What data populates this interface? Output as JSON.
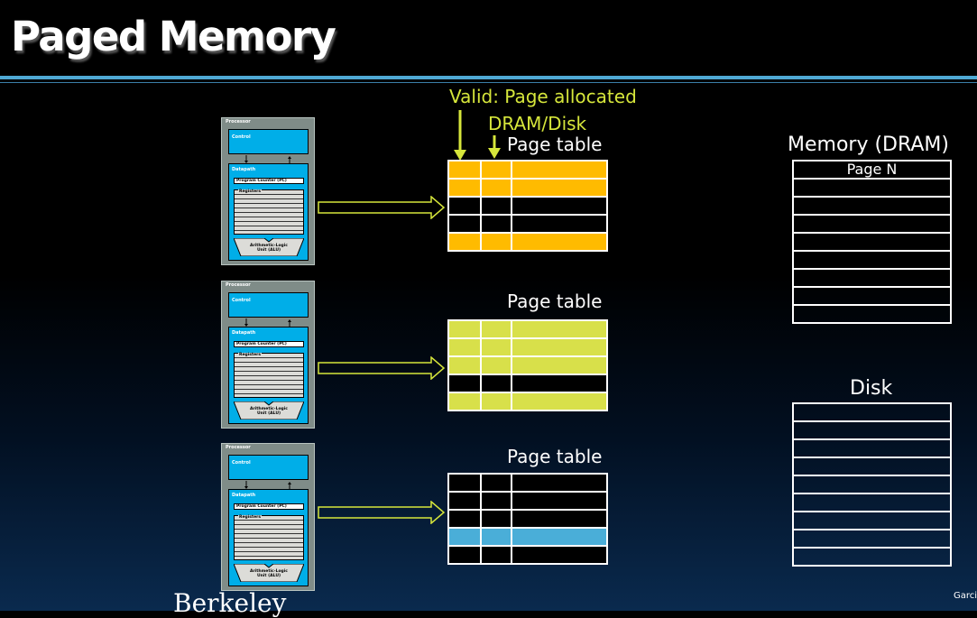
{
  "slide": {
    "title": "Paged Memory",
    "footer_left": "Berkeley",
    "footer_right": "Garcia"
  },
  "annotations": {
    "valid": "Valid: Page allocated",
    "location": "DRAM/Disk"
  },
  "processor": {
    "label": "Processor",
    "control": "Control",
    "datapath": "Datapath",
    "pc": "Program Counter (PC)",
    "registers": "Registers",
    "alu_line1": "Arithmetic-Logic",
    "alu_line2": "Unit (ALU)"
  },
  "page_tables": [
    {
      "label": "Page table",
      "color": "#ffbb00",
      "row_fills": [
        "#ffbb00",
        "#ffbb00",
        "#000000",
        "#000000",
        "#ffbb00"
      ]
    },
    {
      "label": "Page table",
      "color": "#d8e04a",
      "row_fills": [
        "#d8e04a",
        "#d8e04a",
        "#d8e04a",
        "#000000",
        "#d8e04a"
      ]
    },
    {
      "label": "Page table",
      "color": "#4aaed8",
      "row_fills": [
        "#000000",
        "#000000",
        "#000000",
        "#4aaed8",
        "#000000"
      ]
    }
  ],
  "memory": {
    "label": "Memory (DRAM)",
    "first_row": "Page N",
    "rows": 9
  },
  "disk": {
    "label": "Disk",
    "rows": 9
  },
  "colors": {
    "title_rule": "#4fa9d4",
    "annotation": "#d6e63b",
    "processor_blue": "#00aee8"
  }
}
